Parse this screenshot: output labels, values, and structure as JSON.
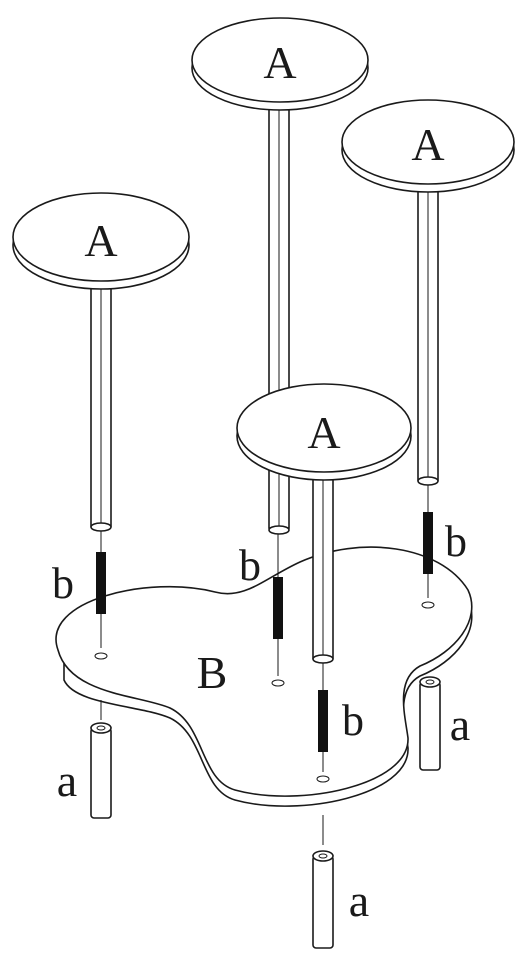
{
  "labels": {
    "tray": "A",
    "base": "B",
    "screw": "b",
    "foot": "a"
  }
}
